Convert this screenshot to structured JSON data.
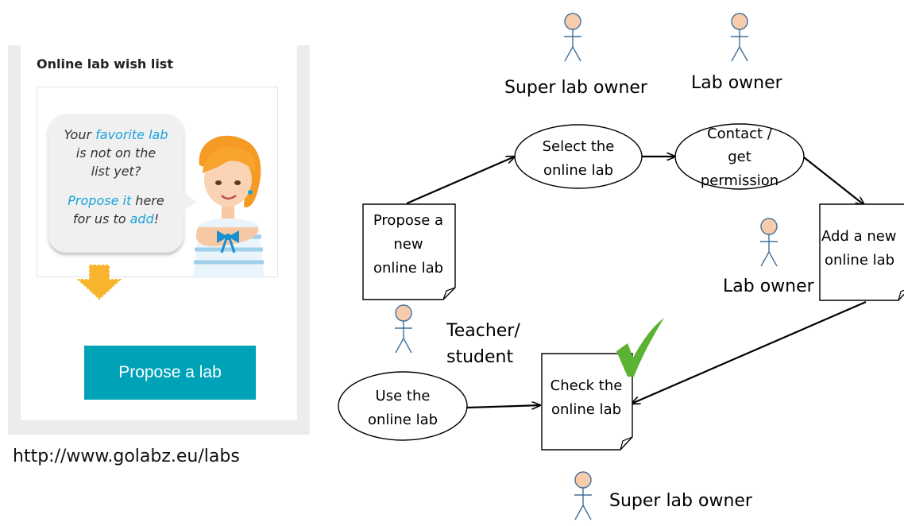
{
  "widget": {
    "title": "Online lab wish list",
    "bubble": {
      "line1_pre": "Your ",
      "line1_link": "favorite lab",
      "line2": "is not on the",
      "line3": "list yet?",
      "line4_link": "Propose it",
      "line4_post": " here",
      "line5_pre": "for us to ",
      "line5_link": "add",
      "line5_post": "!"
    },
    "button_label": "Propose a lab",
    "url": "http://www.golabz.eu/labs"
  },
  "diagram": {
    "actors": {
      "top_left": "Super lab owner",
      "top_right": "Lab owner",
      "middle_right": "Lab owner",
      "teacher_line1": "Teacher/",
      "teacher_line2": "student",
      "bottom": "Super lab owner"
    },
    "nodes": {
      "select": [
        "Select the",
        "online lab"
      ],
      "contact": [
        "Contact /",
        "get",
        "permission"
      ],
      "propose": [
        "Propose a",
        "new",
        "online lab"
      ],
      "add": [
        "Add a new",
        "online lab"
      ],
      "check": [
        "Check the",
        "online lab"
      ],
      "use": [
        "Use the",
        "online lab"
      ]
    }
  },
  "colors": {
    "actor_fill": "#f8cbad",
    "actor_stroke": "#41719c",
    "checkmark": "#5cb233",
    "button": "#00a2b8",
    "link_blue": "#1aa3d9"
  }
}
